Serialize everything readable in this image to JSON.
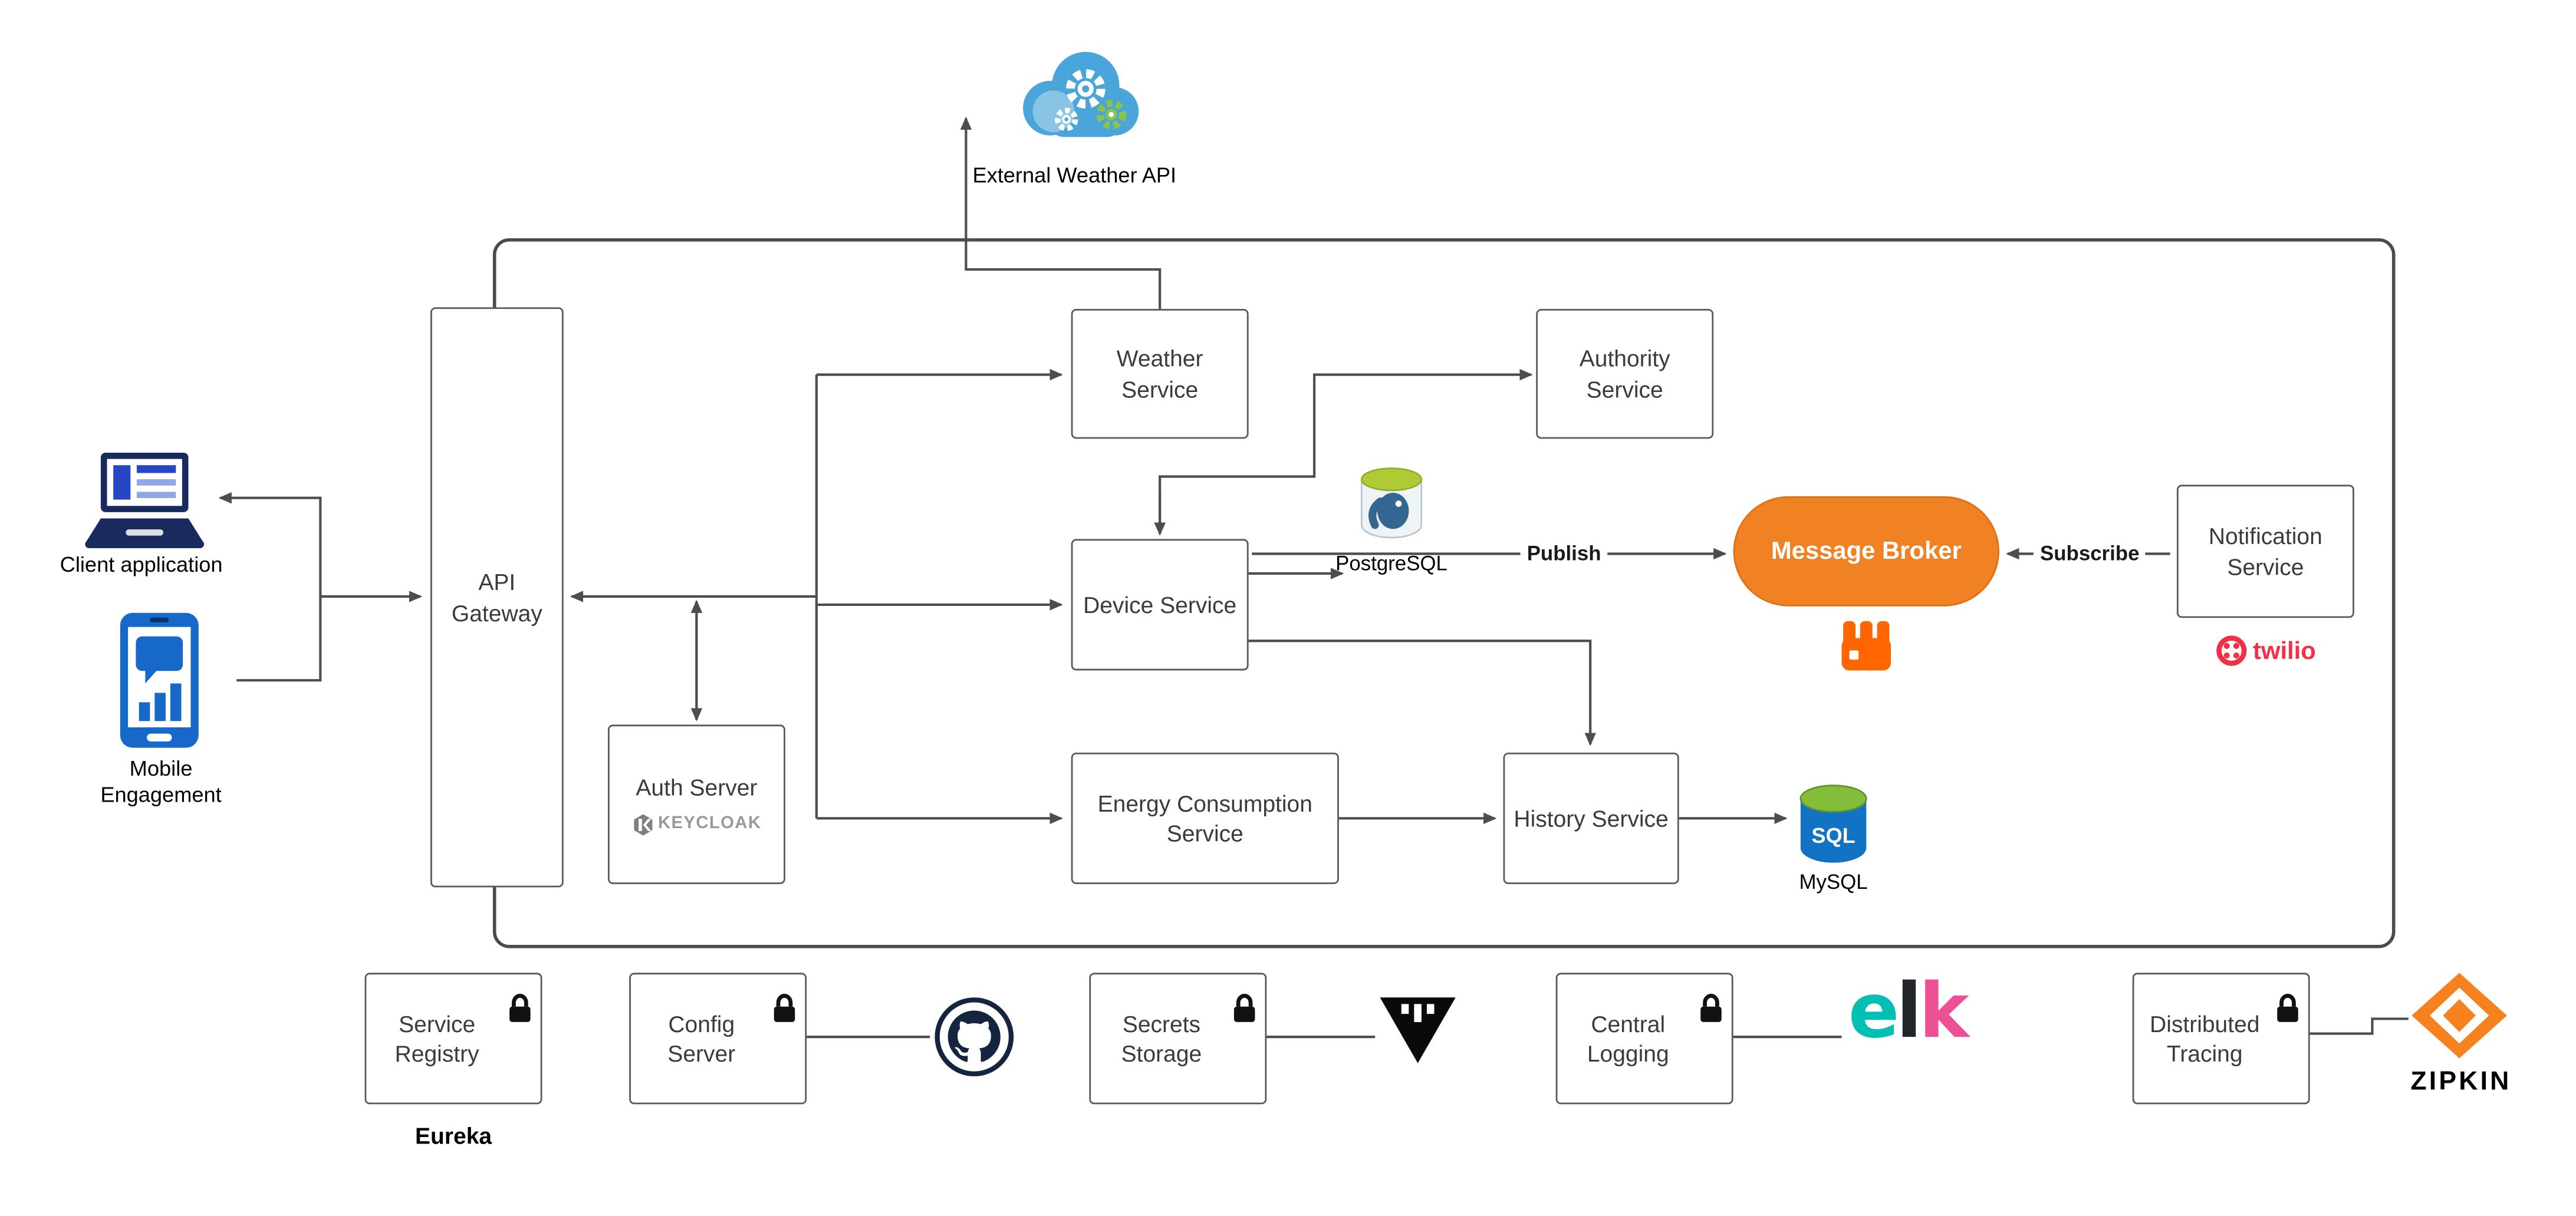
{
  "diagram": {
    "external_api": {
      "label": "External Weather API"
    },
    "clients": {
      "client_app": {
        "label": "Client application"
      },
      "mobile": {
        "label": "Mobile Engagement"
      }
    },
    "nodes": {
      "api_gateway": {
        "label": "API Gateway"
      },
      "auth_server": {
        "label": "Auth Server",
        "logo_text": "KEYCLOAK"
      },
      "weather_service": {
        "label": "Weather Service"
      },
      "authority_service": {
        "label": "Authority Service"
      },
      "device_service": {
        "label": "Device Service"
      },
      "energy_service": {
        "label": "Energy Consumption Service"
      },
      "history_service": {
        "label": "History Service"
      },
      "notification_service": {
        "label": "Notification Service"
      },
      "message_broker": {
        "label": "Message Broker"
      }
    },
    "databases": {
      "postgres": {
        "label": "PostgreSQL"
      },
      "mysql": {
        "label": "MySQL",
        "icon_text": "SQL"
      }
    },
    "edge_labels": {
      "publish": "Publish",
      "subscribe": "Subscribe"
    },
    "logos": {
      "twilio": {
        "text": "twilio"
      },
      "zipkin": {
        "text": "ZIPKIN"
      },
      "elk": {
        "letters": [
          "e",
          "l",
          "k"
        ]
      }
    },
    "infrastructure": {
      "service_registry": {
        "label": "Service Registry",
        "caption": "Eureka"
      },
      "config_server": {
        "label": "Config Server"
      },
      "secrets_storage": {
        "label": "Secrets Storage"
      },
      "central_logging": {
        "label": "Central Logging"
      },
      "distributed_tracing": {
        "label": "Distributed Tracing"
      }
    },
    "colors": {
      "broker_orange": "#f08224",
      "twilio_red": "#f22f46",
      "elk_teal": "#00bfb3",
      "elk_pink": "#ee5096",
      "zipkin_orange": "#f6821f",
      "wire_gray": "#4d4d4d"
    }
  }
}
